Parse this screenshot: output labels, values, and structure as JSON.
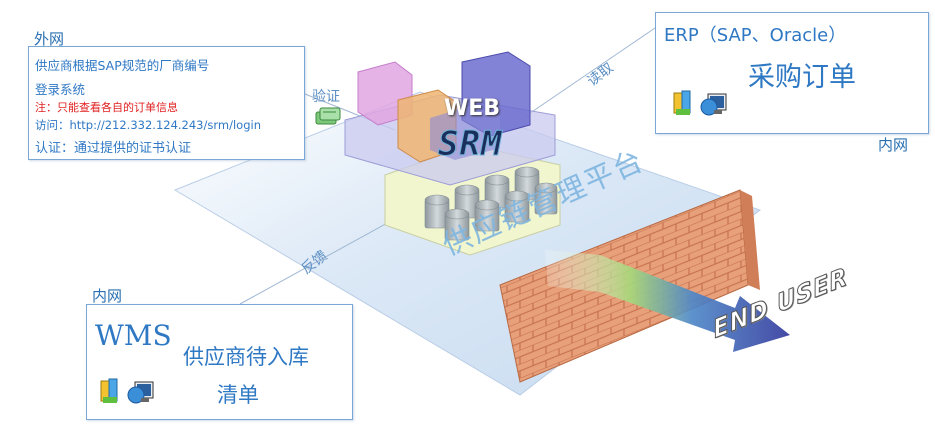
{
  "left_top": {
    "zone_label": "外网",
    "lines": {
      "line1": "供应商根据SAP规范的厂商编号",
      "line2": "登录系统",
      "note": "注：只能查看各自的订单信息",
      "access": "访问：http://212.332.124.243/srm/login",
      "auth": "认证：通过提供的证书认证"
    }
  },
  "connectors": {
    "verify": "验证",
    "read": "读取",
    "feedback": "反馈"
  },
  "center": {
    "web": "WEB",
    "srm": "SRM",
    "platform": "供应链管理平台",
    "end_user": "END USER"
  },
  "right_top": {
    "title": "ERP（SAP、Oracle）",
    "subtitle": "采购订单",
    "zone_label": "内网"
  },
  "left_bottom": {
    "zone_label": "内网",
    "title": "WMS",
    "line1": "供应商待入库",
    "line2": "清单"
  },
  "colors": {
    "accent": "#2f78c4",
    "note_red": "#e02020",
    "panel_border": "#7aa7d6",
    "wall": "#e8a078",
    "plane": "#dbe8f6",
    "arrow": "#4a4fb0"
  },
  "icons": [
    "server-cluster-icon",
    "monitor-globe-icon"
  ]
}
